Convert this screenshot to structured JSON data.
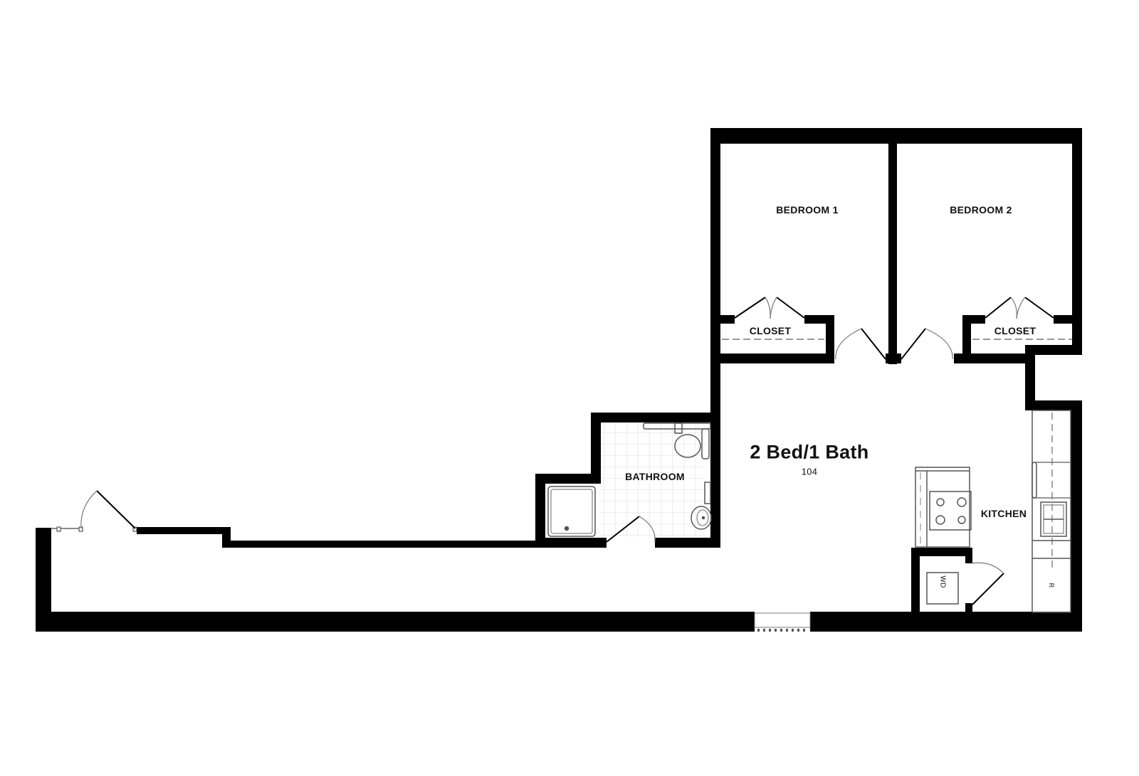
{
  "floorplan": {
    "title": "2 Bed/1 Bath",
    "unit_number": "104",
    "wall_color": "#000000",
    "fixture_color": "#555555",
    "tile_color": "#d9d9d9",
    "rooms": [
      {
        "id": "bedroom-1",
        "label": "BEDROOM 1"
      },
      {
        "id": "bedroom-2",
        "label": "BEDROOM 2"
      },
      {
        "id": "closet-1",
        "label": "CLOSET"
      },
      {
        "id": "closet-2",
        "label": "CLOSET"
      },
      {
        "id": "bathroom",
        "label": "BATHROOM"
      },
      {
        "id": "kitchen",
        "label": "KITCHEN"
      }
    ],
    "appliances": [
      {
        "id": "washer-dryer",
        "label": "WD"
      },
      {
        "id": "refrigerator",
        "label": "R"
      }
    ]
  }
}
